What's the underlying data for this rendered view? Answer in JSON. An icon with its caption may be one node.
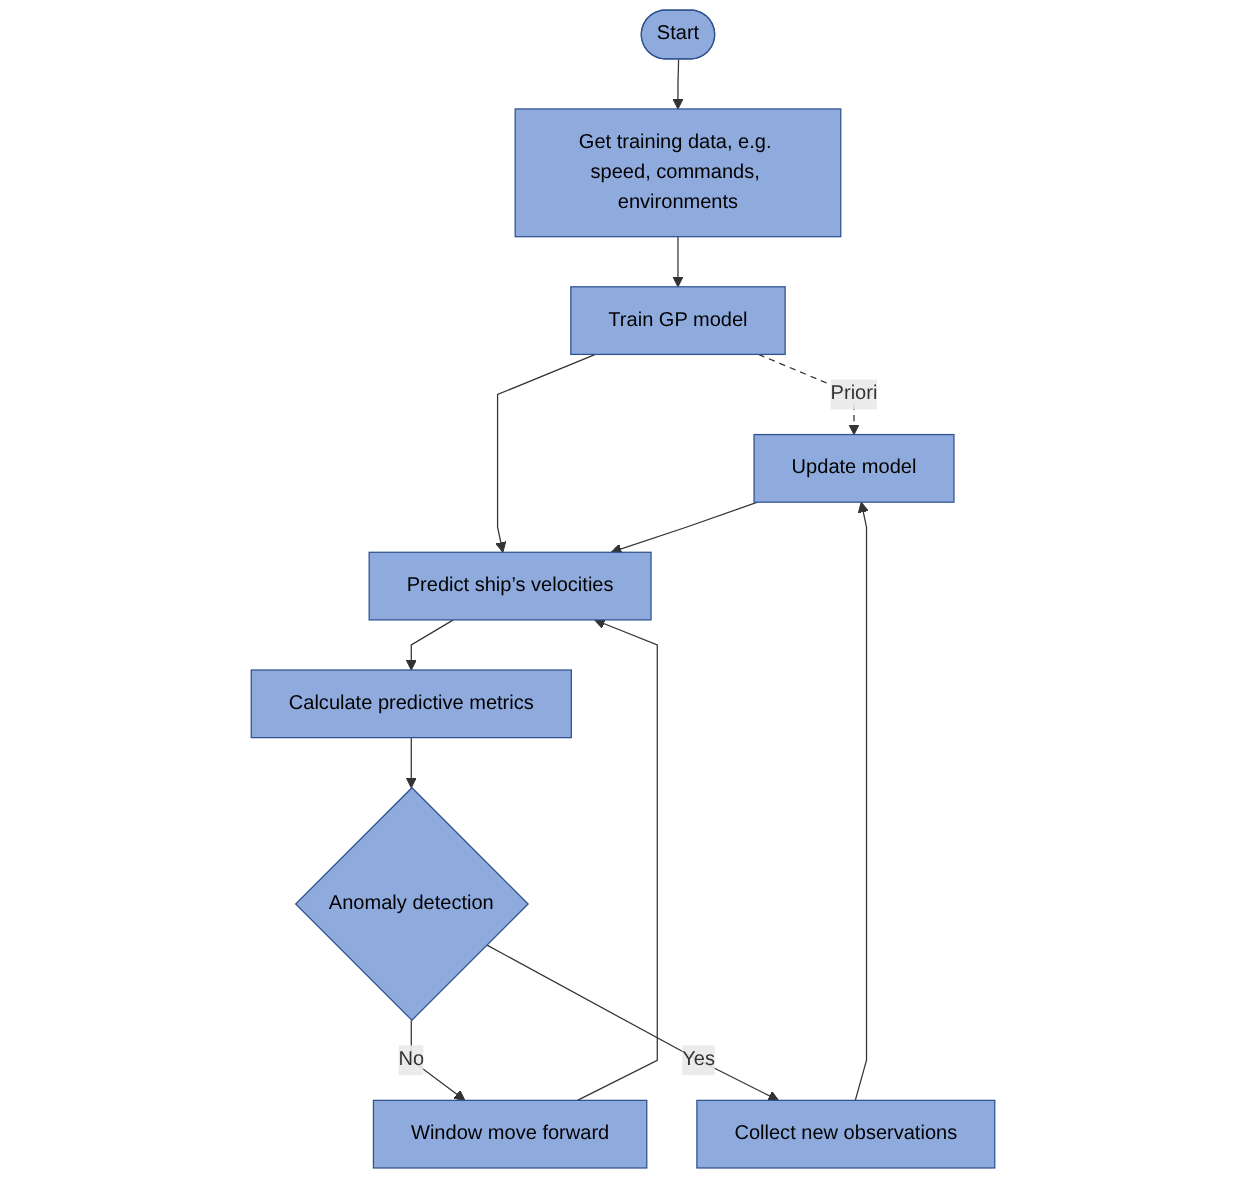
{
  "diagram": {
    "nodes": [
      {
        "text": [
          "Start"
        ]
      },
      {
        "text": [
          "Get training data, e.g. speed, commands, environments"
        ]
      },
      {
        "text": [
          "Train GP model"
        ]
      },
      {
        "text": [
          "Update model"
        ]
      },
      {
        "text": [
          "Predict ship’s velocities"
        ]
      },
      {
        "text": [
          "Collect new observations"
        ]
      },
      {
        "text": [
          "Calculate predictive metrics"
        ]
      },
      {
        "text": [
          "Window move forward"
        ]
      },
      {
        "text": [
          "Anomaly detection"
        ]
      }
    ],
    "edges": [
      {
        "from": 0,
        "to": 1,
        "arrow": "to"
      },
      {
        "from": 1,
        "to": 2,
        "arrow": "to"
      },
      {
        "from": 2,
        "to": 3,
        "arrow": "to",
        "label": "Priori",
        "style": "dashed"
      },
      {
        "from": 2,
        "to": 4,
        "arrow": "to"
      },
      {
        "from": 3,
        "to": 4,
        "arrow": "to"
      },
      {
        "from": 4,
        "to": 6,
        "arrow": "to"
      },
      {
        "from": 6,
        "to": 8,
        "arrow": "to"
      },
      {
        "from": 8,
        "to": 7,
        "arrow": "to",
        "label": "No"
      },
      {
        "from": 7,
        "to": 4,
        "arrow": "to"
      },
      {
        "from": 8,
        "to": 5,
        "arrow": "to",
        "label": "Yes"
      },
      {
        "from": 5,
        "to": 3,
        "arrow": "to"
      }
    ]
  }
}
